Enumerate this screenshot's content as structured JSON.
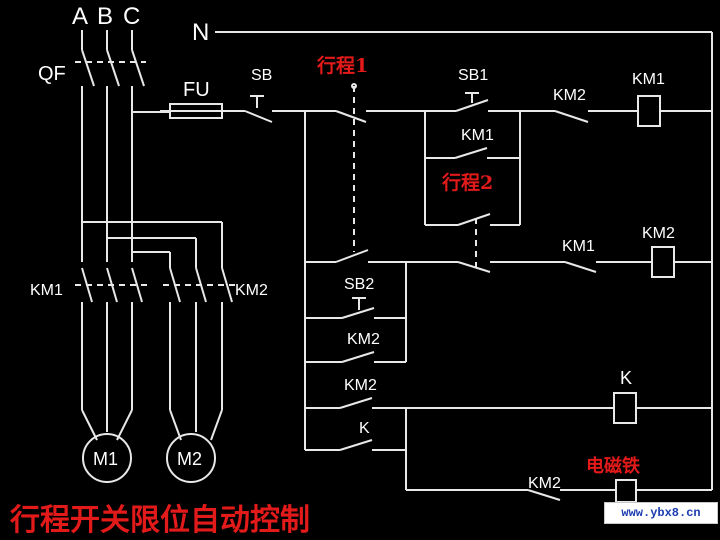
{
  "labels": {
    "phase_a": "A",
    "phase_b": "B",
    "phase_c": "C",
    "neutral": "N",
    "breaker": "QF",
    "fuse": "FU",
    "sb": "SB",
    "sb1": "SB1",
    "sb2": "SB2",
    "limit1": "行程1",
    "limit2": "行程2",
    "km1_coil": "KM1",
    "km2_coil": "KM2",
    "km1_hold": "KM1",
    "km2_interlock": "KM2",
    "km1_interlock": "KM1",
    "km2_hold": "KM2",
    "km2_k": "KM2",
    "k_hold": "K",
    "k_coil": "K",
    "km2_mag": "KM2",
    "electromagnet": "电磁铁",
    "main_km1": "KM1",
    "main_km2": "KM2",
    "motor1": "M1",
    "motor2": "M2"
  },
  "title": "行程开关限位自动控制",
  "watermark": "www.ybx8.cn",
  "colors": {
    "background": "#000000",
    "wire": "#e8e8e8",
    "title": "#e21a1a",
    "watermark": "#1a3cb0"
  }
}
